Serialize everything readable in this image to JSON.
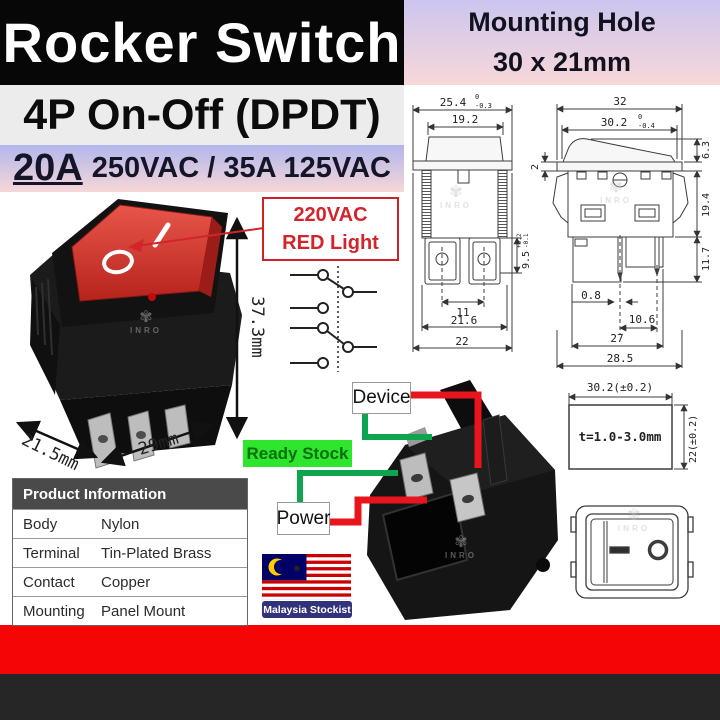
{
  "header": {
    "title": "Rocker Switch",
    "subtitle": "4P On-Off (DPDT)",
    "current_rating": "20A",
    "rating_detail": "250VAC / 35A 125VAC",
    "mounting_hole_line1": "Mounting Hole",
    "mounting_hole_line2": "30 x 21mm"
  },
  "callout": {
    "line1": "220VAC",
    "line2": "RED Light"
  },
  "photo_dims": {
    "height": "37.3mm",
    "depth": "21.5mm",
    "width": "29mm"
  },
  "rocker": {
    "on_symbol": "I",
    "off_symbol": "O"
  },
  "watermark": "INRO",
  "front_view": {
    "overall_width": "25.4",
    "overall_width_tol_upper": "0",
    "overall_width_tol_lower": "-0.3",
    "rocker_width": "19.2",
    "terminal_height": "9.5",
    "terminal_height_tol_upper": "+0.2",
    "terminal_height_tol_lower": "-0.1",
    "terminal_pitch": "11",
    "body_width": "21.6",
    "flange_width": "22"
  },
  "side_view": {
    "flange_length": "32",
    "body_length": "30.2",
    "body_length_tol_upper": "0",
    "body_length_tol_lower": "-0.4",
    "flange_thickness": "2",
    "rocker_height": "6.3",
    "body_depth": "19.4",
    "pin_length": "11.7",
    "pin_thickness": "0.8",
    "pin_pitch": "10.6",
    "base_width": "27",
    "base_overall": "28.5"
  },
  "panel_cutout": {
    "width": "30.2(±0.2)",
    "height": "22(±0.2)",
    "panel_thickness": "t=1.0-3.0mm"
  },
  "wiring": {
    "device": "Device",
    "power": "Power"
  },
  "badges": {
    "ready_stock": "Ready Stock",
    "stockist": "Malaysia Stockist"
  },
  "product_info": {
    "title": "Product Information",
    "rows": [
      {
        "label": "Body",
        "value": "Nylon"
      },
      {
        "label": "Terminal",
        "value": "Tin-Plated Brass"
      },
      {
        "label": "Contact",
        "value": "Copper"
      },
      {
        "label": "Mounting",
        "value": "Panel Mount"
      }
    ]
  },
  "colors": {
    "accent_red": "#d3242b",
    "wire_red": "#e8151d",
    "wire_green": "#0da54f",
    "ready_stock_bg": "#2ee62e",
    "stockist_navy": "#32327a",
    "footer_red": "#f60505",
    "footer_dark": "#262626"
  }
}
